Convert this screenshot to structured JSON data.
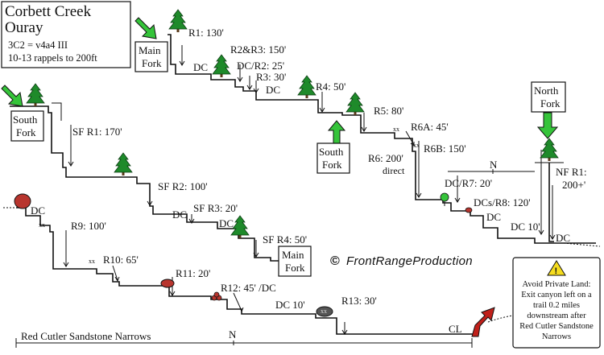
{
  "title": {
    "line1": "Corbett Creek",
    "line2": "Ouray",
    "line3": "3C2 = v4a4 III",
    "line4": "10-13 rappels to 200ft"
  },
  "labels": {
    "main_fork_top": [
      "Main",
      "Fork"
    ],
    "main_fork_bottom": [
      "Main",
      "Fork"
    ],
    "south_fork_left": [
      "South",
      "Fork"
    ],
    "south_fork_mid": [
      "South",
      "Fork"
    ],
    "north_fork": [
      "North",
      "Fork"
    ],
    "r1": "R1: 130'",
    "dc_1": "DC",
    "r2r3": "R2&R3: 150'",
    "dc_r2": "DC/R2: 25'",
    "r3": "R3: 30'",
    "dc_2": "DC",
    "r4": "R4: 50'",
    "r5": "R5: 80'",
    "r6a": "R6A: 45'",
    "r6b": "R6B: 150'",
    "r6_line1": "R6: 200'",
    "r6_line2": "direct",
    "n_top": "N",
    "dc_r7": "DC/R7: 20'",
    "nf_r1_line1": "NF R1:",
    "nf_r1_line2": "200+'",
    "dcs_r8": "DCs/R8: 120'",
    "dc_3": "DC",
    "dc10_top": "DC 10'",
    "dc_4": "DC",
    "sf_r1": "SF R1: 170'",
    "sf_r2": "SF R2: 100'",
    "dc_sf": "DC",
    "sf_r3": "SF R3: 20'",
    "dc_sf2": "DC",
    "sf_r4": "SF R4: 50'",
    "dc_left": "DC",
    "r9": "R9: 100'",
    "r10": "R10: 65'",
    "r11": "R11: 20'",
    "r12": "R12: 45' /DC",
    "dc10_bottom": "DC 10'",
    "r13": "R13: 30'",
    "cl": "CL",
    "n_bottom": "N",
    "narrows": "Red Cutler Sandstone Narrows",
    "xx": "xx",
    "brand": "FrontRangeProduction",
    "copyright": "©"
  },
  "warning": {
    "lines": [
      "Avoid Private Land:",
      "Exit canyon left on a",
      "trail 0.2 miles",
      "downstream after",
      "Red Cutler Sandstone",
      "Narrows"
    ]
  },
  "colors": {
    "tree": "#1e8a2a",
    "tree_trunk": "#5a3a1a",
    "arrow_green": "#35c43a",
    "rock_red": "#b8352e",
    "rock_gray": "#555555",
    "exit_red": "#c0201a",
    "warning_yellow": "#f5dc1e"
  }
}
